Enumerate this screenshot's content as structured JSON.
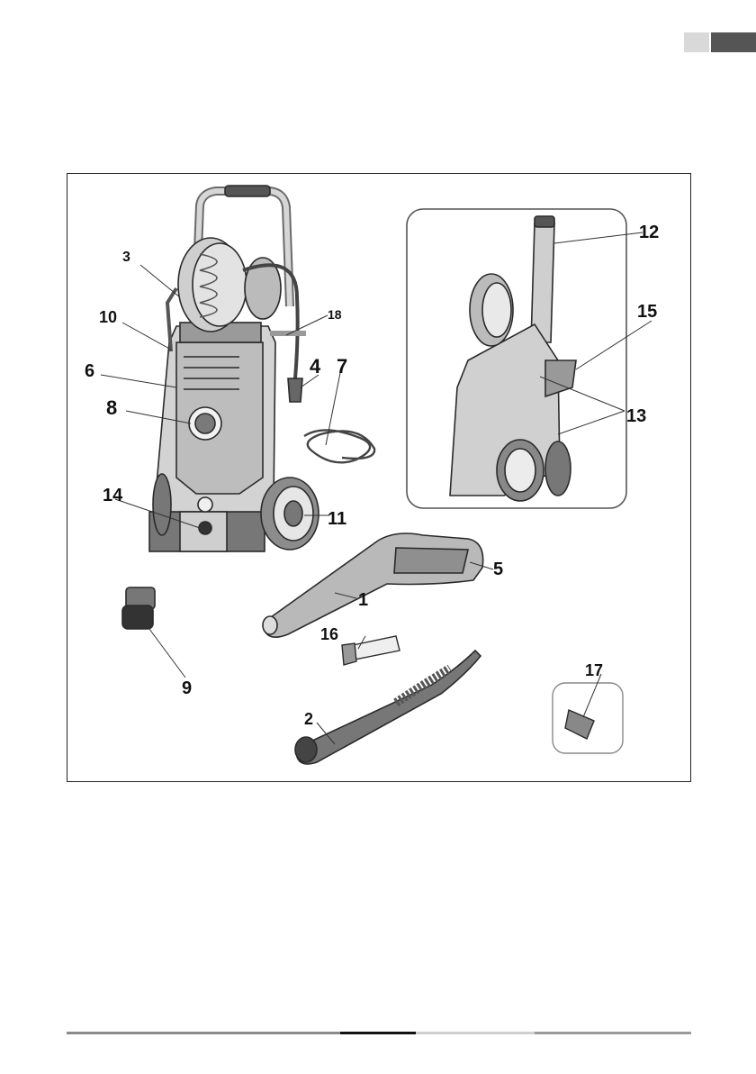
{
  "header": {
    "tabs": [
      "",
      ""
    ]
  },
  "figure": {
    "callouts": [
      "1",
      "2",
      "3",
      "4",
      "5",
      "6",
      "7",
      "8",
      "9",
      "10",
      "11",
      "12",
      "13",
      "14",
      "15",
      "16",
      "17",
      "18"
    ]
  },
  "colors": {
    "ink": "#222222",
    "dark_tab": "#555555",
    "light_tab": "#d9d9d9",
    "footer_dark": "#111111",
    "footer_mid": "#8a8a8a",
    "footer_light": "#d0d0d0"
  }
}
